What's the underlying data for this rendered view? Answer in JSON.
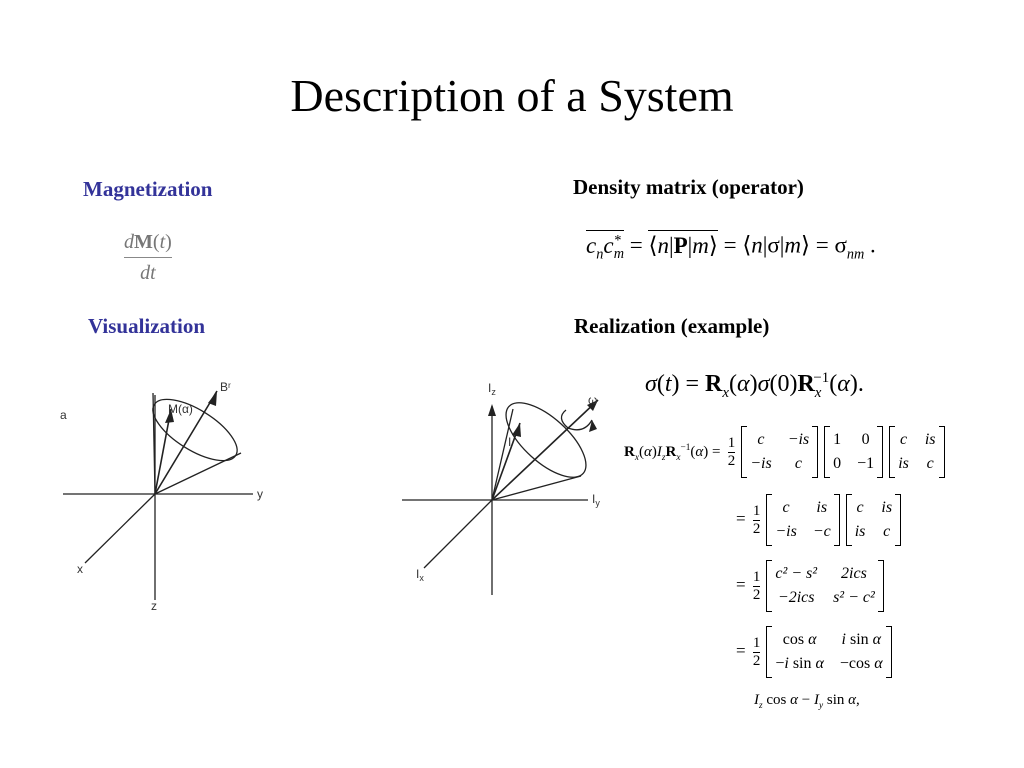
{
  "slide": {
    "title": "Description of a System"
  },
  "left": {
    "magnetization_heading": "Magnetization",
    "derivative": {
      "numerator": "dM(t)",
      "denominator": "dt"
    },
    "visualization_heading": "Visualization"
  },
  "right": {
    "density_heading": "Density matrix (operator)",
    "realization_heading": "Realization (example)"
  },
  "diagram_left": {
    "label_a": "a",
    "label_br": "Bʳ",
    "label_m": "M(α)",
    "label_y": "y",
    "label_x": "x",
    "label_z": "z"
  },
  "diagram_right": {
    "label_iz": "I",
    "label_iz_sub": "z",
    "label_omega": "ω",
    "label_i": "I",
    "label_iy": "I",
    "label_iy_sub": "y",
    "label_ix": "I",
    "label_ix_sub": "x"
  },
  "colors": {
    "heading_accent": "#333399",
    "text": "#000000",
    "diagram_line": "#222222"
  }
}
